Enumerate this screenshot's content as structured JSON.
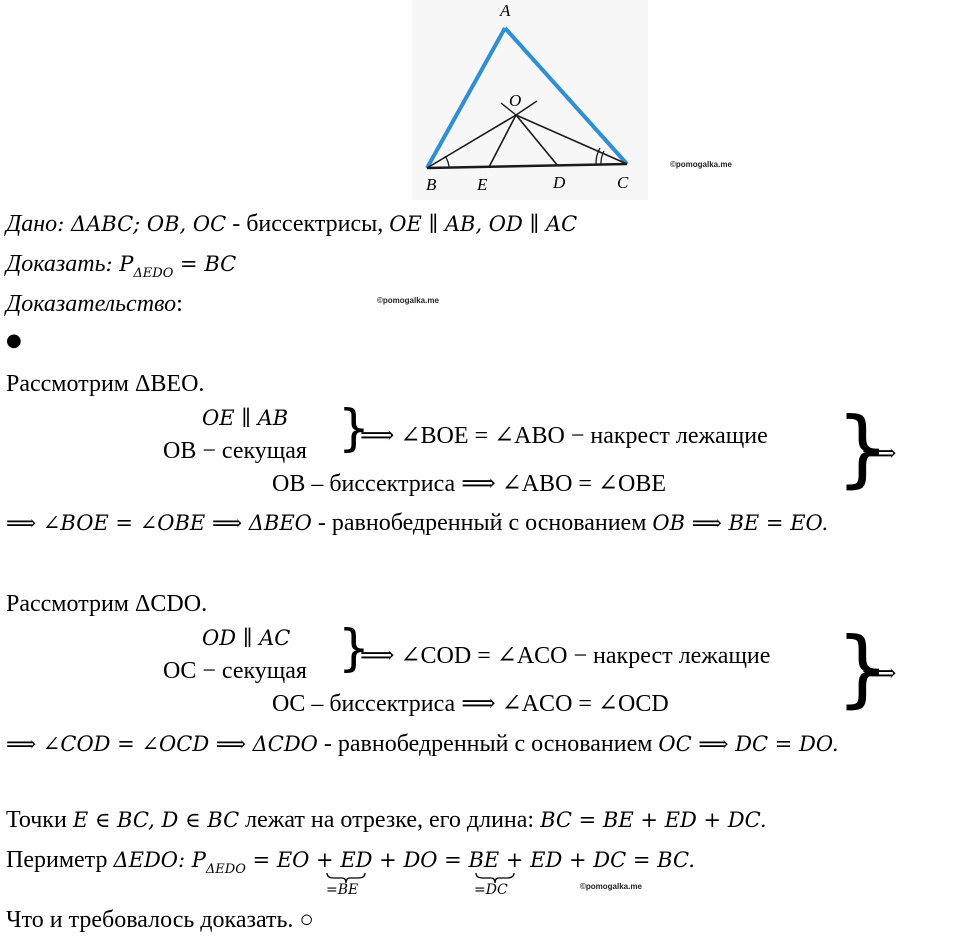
{
  "figure": {
    "labels": {
      "A": "A",
      "O": "O",
      "B": "B",
      "E": "E",
      "D": "D",
      "C": "C"
    },
    "colors": {
      "sides": "#2f8fd6",
      "lines": "#1a1a1a"
    },
    "watermark": "©pomogalka.me"
  },
  "given": {
    "label": "Дано",
    "text1": ": ΔABC; OB, OC",
    "text2": " - биссектрисы, ",
    "text3": "OE ∥ AB, OD ∥ AC"
  },
  "prove": {
    "label": "Доказать",
    "text": ": P",
    "sub": "ΔEDO",
    "rhs": " = BC"
  },
  "proof": {
    "label": "Доказательство",
    "colon": ":",
    "watermark": "©pomogalka.me",
    "bullet": "●"
  },
  "part1": {
    "intro": "Рассмотрим ΔBEO.",
    "l1": "OE ∥ AB",
    "l2": "OB − секущая",
    "brace1": "}",
    "mid": "⟹ ∠BOE = ∠ABO − накрест лежащие",
    "l3": "OB – биссектриса ⟹ ∠ABO = ∠OBE",
    "brace2": "}",
    "arrow": "⟹",
    "concl_a": "⟹ ∠BOE = ∠OBE ⟹ ΔBEO",
    "concl_b": " - равнобедренный с основанием ",
    "concl_c": "OB  ⟹ BE = EO."
  },
  "part2": {
    "intro": "Рассмотрим ΔCDO.",
    "l1": "OD ∥ AC",
    "l2": "OC − секущая",
    "brace1": "}",
    "mid": "⟹ ∠COD = ∠ACO − накрест лежащие",
    "l3": "OC – биссектриса ⟹ ∠ACO = ∠OCD",
    "brace2": "}",
    "arrow": "⟹",
    "concl_a": "⟹ ∠COD = ∠OCD ⟹ ΔCDO",
    "concl_b": " - равнобедренный с основанием ",
    "concl_c": "OC  ⟹ DC = DO."
  },
  "points": {
    "a": "Точки ",
    "b": "E ∈ BC, D ∈ BC",
    "c": " лежат на отрезке, его длина: ",
    "d": "BC = BE + ED + DC."
  },
  "perimeter": {
    "a": "Периметр ",
    "b": "ΔEDO",
    "c": ": P",
    "sub": "ΔEDO",
    "eq": " = ",
    "t1": "EO",
    "plus1": " + ED + ",
    "t2": "DO",
    "rest": " = BE + ED + DC = BC.",
    "u1": "=BE",
    "u2": "=DC",
    "watermark": "©pomogalka.me"
  },
  "end": "Что и требовалось доказать. ○"
}
